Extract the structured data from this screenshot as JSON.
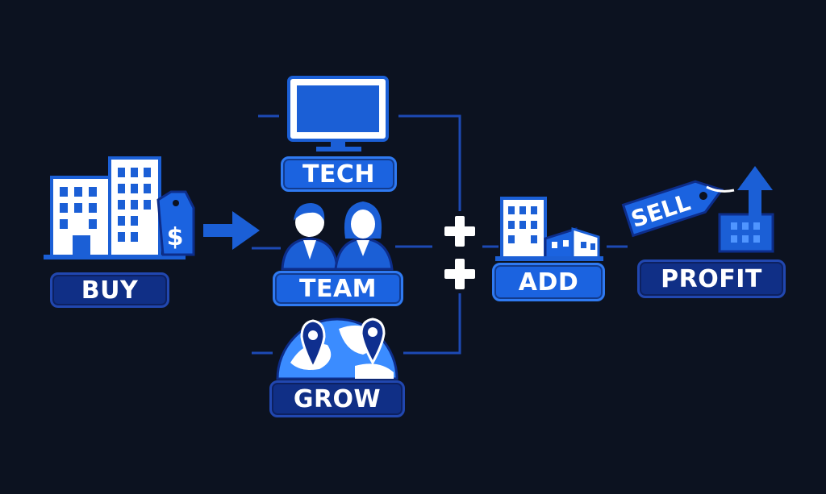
{
  "steps": {
    "buy": "BUY",
    "tech": "TECH",
    "team": "TEAM",
    "grow": "GROW",
    "add": "ADD",
    "profit": "PROFIT"
  },
  "tag": {
    "sell": "SELL"
  },
  "icons": {
    "buy": "office-building-with-dollar-tag-icon",
    "tech": "monitor-icon",
    "team": "two-people-icon",
    "grow": "globe-with-map-pins-icon",
    "add": "building-cluster-icon",
    "profit": "sell-tag-with-up-arrow-icon"
  },
  "colors": {
    "background": "#0c1220",
    "primary": "#1b5fd6",
    "deep": "#0f2f8f",
    "light": "#3b8cff",
    "white": "#ffffff"
  }
}
